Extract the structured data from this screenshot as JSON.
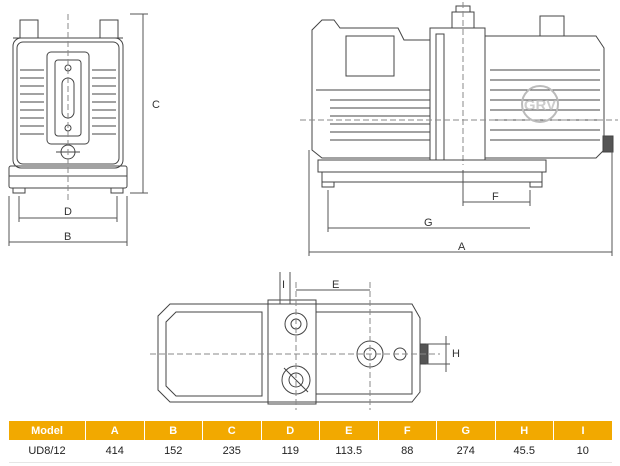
{
  "dimension_labels": {
    "A": "A",
    "B": "B",
    "C": "C",
    "D": "D",
    "E": "E",
    "F": "F",
    "G": "G",
    "H": "H",
    "I": "I"
  },
  "watermark": "GRV",
  "table": {
    "headers": [
      "Model",
      "A",
      "B",
      "C",
      "D",
      "E",
      "F",
      "G",
      "H",
      "I"
    ],
    "rows": [
      [
        "UD8/12",
        "414",
        "152",
        "235",
        "119",
        "113.5",
        "88",
        "274",
        "45.5",
        "10"
      ]
    ],
    "header_color": "#f2a900"
  }
}
